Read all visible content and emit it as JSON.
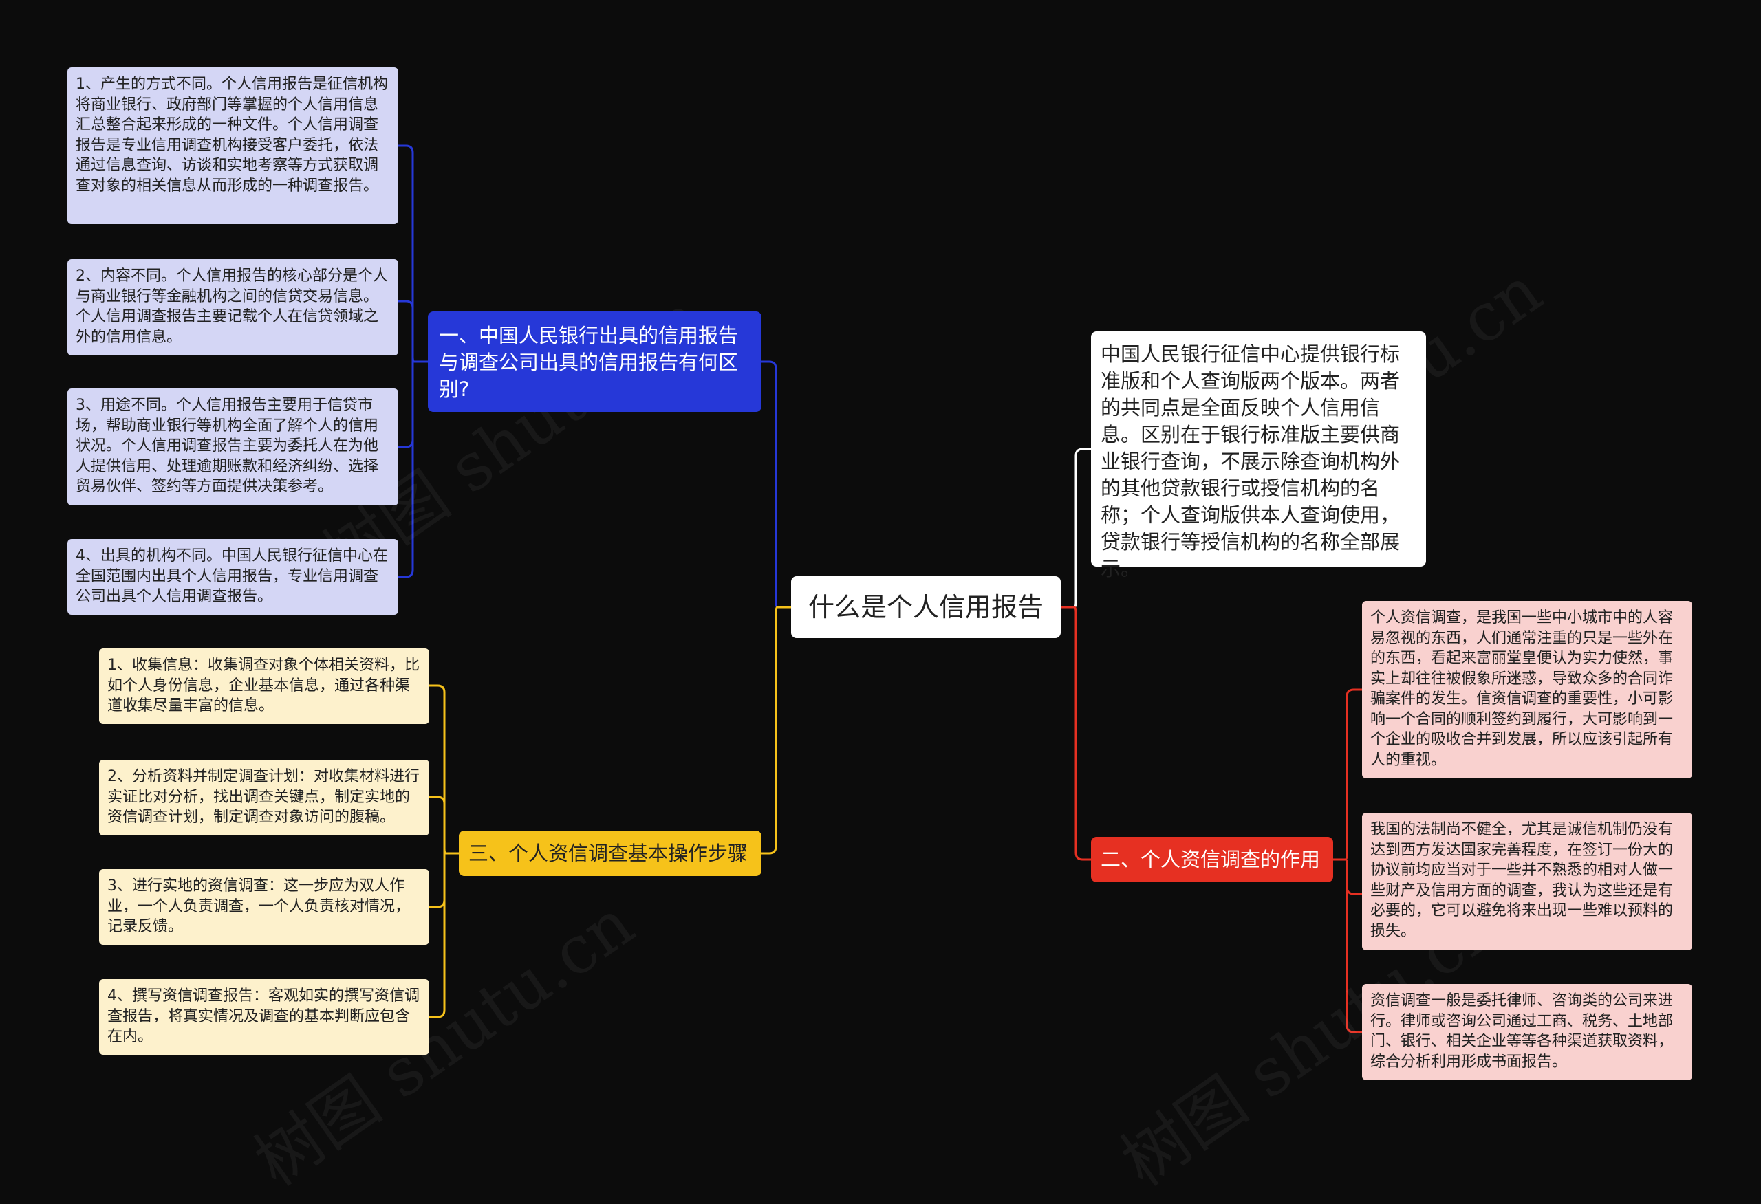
{
  "root": {
    "label": "什么是个人信用报告"
  },
  "branches": {
    "blue": {
      "label": "一、中国人民银行出具的信用报告与调查公司出具的信用报告有何区别?",
      "color": "#2638d8",
      "leaves": [
        "1、产生的方式不同。个人信用报告是征信机构将商业银行、政府部门等掌握的个人信用信息汇总整合起来形成的一种文件。个人信用调查报告是专业信用调查机构接受客户委托，依法通过信息查询、访谈和实地考察等方式获取调查对象的相关信息从而形成的一种调查报告。",
        "2、内容不同。个人信用报告的核心部分是个人与商业银行等金融机构之间的信贷交易信息。个人信用调查报告主要记载个人在信贷领域之外的信用信息。",
        "3、用途不同。个人信用报告主要用于信贷市场，帮助商业银行等机构全面了解个人的信用状况。个人信用调查报告主要为委托人在为他人提供信用、处理逾期账款和经济纠纷、选择贸易伙伴、签约等方面提供决策参考。",
        "4、出具的机构不同。中国人民银行征信中心在全国范围内出具个人信用报告，专业信用调查公司出具个人信用调查报告。"
      ]
    },
    "yellow": {
      "label": "三、个人资信调查基本操作步骤",
      "color": "#f6c21a",
      "leaves": [
        "1、收集信息：收集调查对象个体相关资料，比如个人身份信息，企业基本信息，通过各种渠道收集尽量丰富的信息。",
        "2、分析资料并制定调查计划：对收集材料进行实证比对分析，找出调查关键点，制定实地的资信调查计划，制定调查对象访问的腹稿。",
        "3、进行实地的资信调查：这一步应为双人作业，一个人负责调查，一个人负责核对情况，记录反馈。",
        "4、撰写资信调查报告：客观如实的撰写资信调查报告，将真实情况及调查的基本判断应包含在内。"
      ]
    },
    "white": {
      "label": "中国人民银行征信中心提供银行标准版和个人查询版两个版本。两者的共同点是全面反映个人信用信息。区别在于银行标准版主要供商业银行查询，不展示除查询机构外的其他贷款银行或授信机构的名称；个人查询版供本人查询使用，贷款银行等授信机构的名称全部展示。",
      "color": "#ffffff"
    },
    "red": {
      "label": "二、个人资信调查的作用",
      "color": "#e63022",
      "leaves": [
        "个人资信调查，是我国一些中小城市中的人容易忽视的东西，人们通常注重的只是一些外在的东西，看起来富丽堂皇便认为实力使然，事实上却往往被假象所迷惑，导致众多的合同诈骗案件的发生。信资信调查的重要性，小可影响一个合同的顺利签约到履行，大可影响到一个企业的吸收合并到发展，所以应该引起所有人的重视。",
        "我国的法制尚不健全，尤其是诚信机制仍没有达到西方发达国家完善程度，在签订一份大的协议前均应当对于一些并不熟悉的相对人做一些财产及信用方面的调查，我认为这些还是有必要的，它可以避免将来出现一些难以预料的损失。",
        "资信调查一般是委托律师、咨询类的公司来进行。律师或咨询公司通过工商、税务、土地部门、银行、相关企业等等各种渠道获取资料，综合分析利用形成书面报告。"
      ]
    }
  },
  "watermark": "树图 shutu.cn"
}
